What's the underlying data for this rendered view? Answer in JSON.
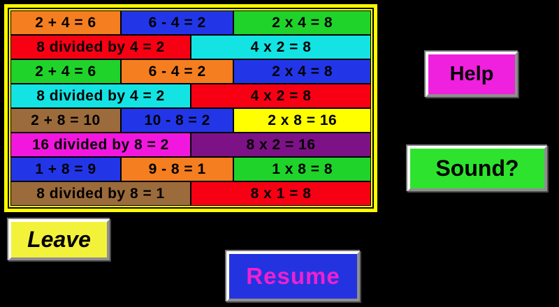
{
  "page": {
    "background": "#000000"
  },
  "board": {
    "frame_color": "#FFFF00",
    "outline_color": "#000000",
    "rows": [
      {
        "cells": [
          {
            "text": "2 + 4 = 6",
            "bg": "#F57E20"
          },
          {
            "text": "6 - 4 = 2",
            "bg": "#2236E8"
          },
          {
            "text": "2 x 4 = 8",
            "bg": "#1FD32B"
          }
        ]
      },
      {
        "cells": [
          {
            "text": "8 divided by 4 = 2",
            "bg": "#F70014"
          },
          {
            "text": "4 x 2 = 8",
            "bg": "#14E3E3"
          }
        ]
      },
      {
        "cells": [
          {
            "text": "2 + 4 = 6",
            "bg": "#1FD32B"
          },
          {
            "text": "6 - 4 = 2",
            "bg": "#F57E20"
          },
          {
            "text": "2 x 4 = 8",
            "bg": "#2236E8"
          }
        ]
      },
      {
        "cells": [
          {
            "text": "8 divided by 4 = 2",
            "bg": "#14E3E3"
          },
          {
            "text": "4 x 2 = 8",
            "bg": "#F70014"
          }
        ]
      },
      {
        "cells": [
          {
            "text": "2 + 8 = 10",
            "bg": "#9C6B3C"
          },
          {
            "text": "10 - 8 = 2",
            "bg": "#2236E8"
          },
          {
            "text": "2 x 8 = 16",
            "bg": "#FFFF00"
          }
        ]
      },
      {
        "cells": [
          {
            "text": "16 divided by 8 = 2",
            "bg": "#F217DE"
          },
          {
            "text": "8 x 2 = 16",
            "bg": "#7D1287"
          }
        ]
      },
      {
        "cells": [
          {
            "text": "1 + 8 = 9",
            "bg": "#2236E8"
          },
          {
            "text": "9 - 8 = 1",
            "bg": "#F57E20"
          },
          {
            "text": "1 x 8 = 8",
            "bg": "#1FD32B"
          }
        ]
      },
      {
        "cells": [
          {
            "text": "8 divided by 8 = 1",
            "bg": "#9C6B3C"
          },
          {
            "text": "8 x 1 = 8",
            "bg": "#F70014"
          }
        ]
      }
    ]
  },
  "buttons": {
    "help": {
      "label": "Help",
      "bg": "#F020DF",
      "text_color": "#000000"
    },
    "sound": {
      "label": "Sound?",
      "bg": "#2EE32E",
      "text_color": "#000000"
    },
    "leave": {
      "label": "Leave",
      "bg": "#F2F23A",
      "text_color": "#000000"
    },
    "resume": {
      "label": "Resume",
      "bg": "#2433E0",
      "text_color": "#F020CF"
    }
  }
}
